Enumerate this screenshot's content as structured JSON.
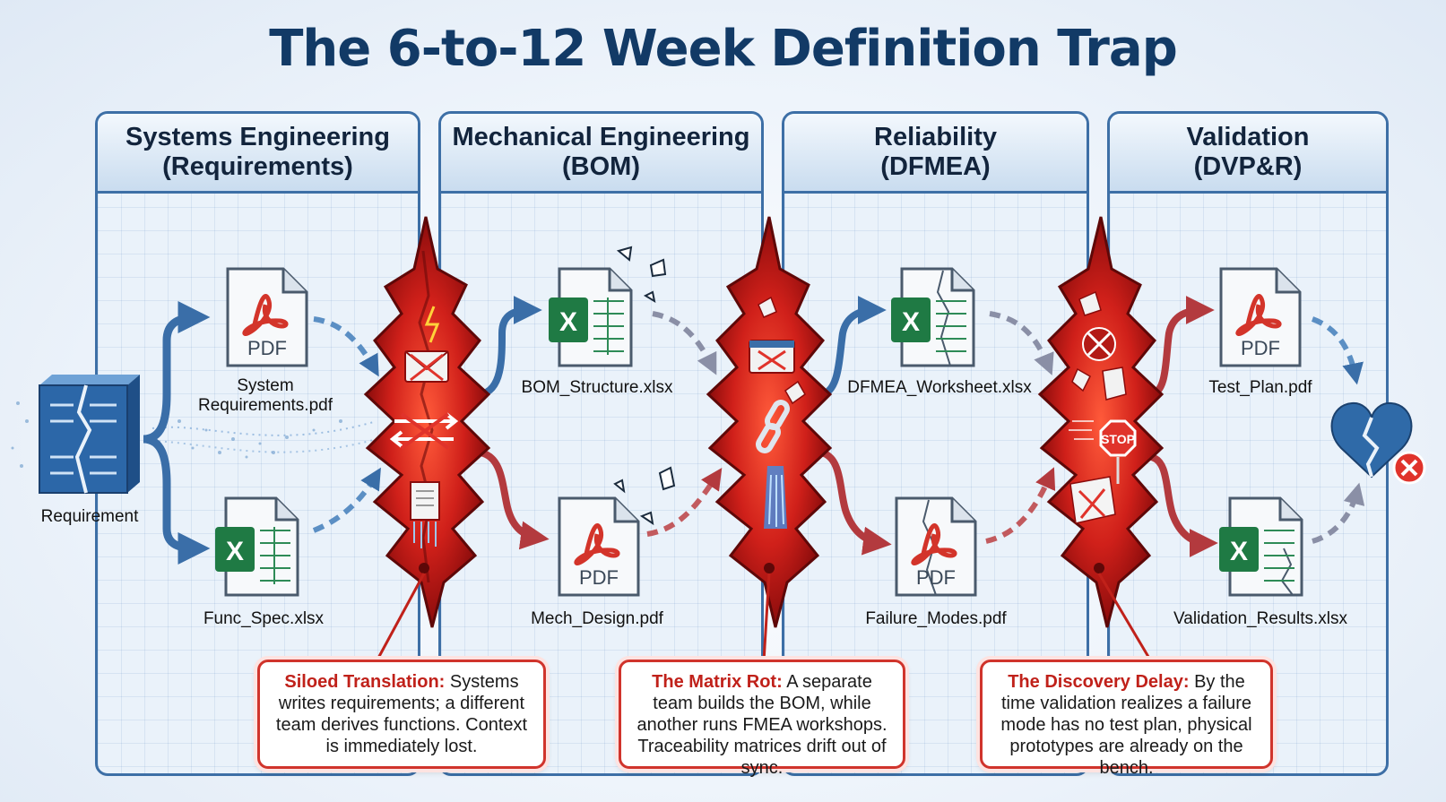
{
  "title": "The 6-to-12 Week Definition Trap",
  "columns": [
    {
      "line1": "Systems Engineering",
      "line2": "(Requirements)"
    },
    {
      "line1": "Mechanical Engineering",
      "line2": "(BOM)"
    },
    {
      "line1": "Reliability",
      "line2": "(DFMEA)"
    },
    {
      "line1": "Validation",
      "line2": "(DVP&R)"
    }
  ],
  "requirement_label": "Requirement",
  "documents": {
    "system_requirements": {
      "line1": "System",
      "line2": "Requirements.pdf",
      "badge": "PDF"
    },
    "func_spec": {
      "label": "Func_Spec.xlsx",
      "badge": "X"
    },
    "bom_structure": {
      "label": "BOM_Structure.xlsx",
      "badge": "X"
    },
    "mech_design": {
      "label": "Mech_Design.pdf",
      "badge": "PDF"
    },
    "dfmea_worksheet": {
      "label": "DFMEA_Worksheet.xlsx",
      "badge": "X"
    },
    "failure_modes": {
      "label": "Failure_Modes.pdf",
      "badge": "PDF"
    },
    "test_plan": {
      "label": "Test_Plan.pdf",
      "badge": "PDF"
    },
    "validation_results": {
      "label": "Validation_Results.xlsx",
      "badge": "X"
    }
  },
  "stop_sign": "STOP",
  "callouts": [
    {
      "title": "Siloed Translation:",
      "text": "Systems writes requirements; a different team derives functions. Context is immediately lost."
    },
    {
      "title": "The Matrix Rot:",
      "text": "A separate team builds the BOM, while another runs FMEA workshops. Traceability matrices drift out of sync."
    },
    {
      "title": "The Discovery Delay:",
      "text": "By the time validation realizes a failure mode has no test plan, physical prototypes are already on the bench."
    }
  ],
  "colors": {
    "title": "#123a66",
    "column_border": "#3d6fa6",
    "barrier_red": "#c91d1a",
    "barrier_dark": "#7a0a0a",
    "pdf_red": "#d3342a",
    "excel_green": "#1f7a44",
    "arrow_blue": "#3a6ea8",
    "arrow_red": "#b33a3e",
    "callout_title": "#c0211a"
  }
}
